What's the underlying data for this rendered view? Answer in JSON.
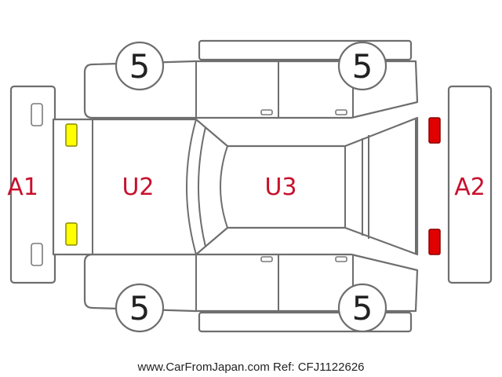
{
  "zones": {
    "front_bumper": "A1",
    "rear_bumper": "A2",
    "hood": "U2",
    "roof": "U3"
  },
  "wheels": {
    "front_left": "5",
    "rear_left": "5",
    "front_right": "5",
    "rear_right": "5"
  },
  "footer": {
    "credit": "www.CarFromJapan.com Ref: CFJ1122626"
  },
  "colors": {
    "outline": "#6e6e6e",
    "zone_label": "#c8102e",
    "headlight": "#ffff00",
    "taillight": "#e00000"
  }
}
